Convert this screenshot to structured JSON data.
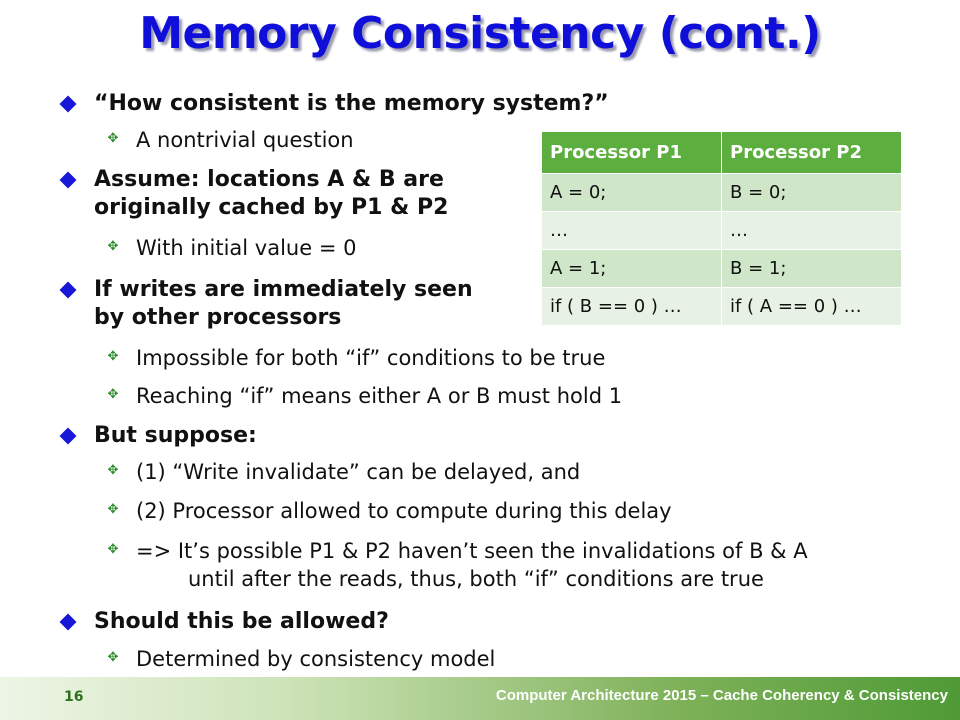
{
  "title": "Memory Consistency (cont.)",
  "bullets": {
    "q1": "“How consistent is the memory system?”",
    "q1_sub": "A nontrivial question",
    "assume": [
      "Assume: locations A & B are",
      "originally cached by P1 & P2"
    ],
    "assume_sub": "With initial value = 0",
    "ifwrites": [
      "If writes are immediately seen",
      "by other processors"
    ],
    "ifwrites_sub1": "Impossible for both “if” conditions to be true",
    "ifwrites_sub2": "Reaching “if” means either A or B must hold 1",
    "but": "But suppose:",
    "but_sub1": "(1) “Write invalidate” can be delayed, and",
    "but_sub2": "(2) Processor allowed to compute during this delay",
    "but_sub3": [
      "=> It’s possible P1 & P2 haven’t seen the invalidations of B & A",
      "until after the reads, thus, both “if” conditions are true"
    ],
    "should": "Should this be allowed?",
    "should_sub": "Determined by consistency model"
  },
  "table": {
    "headers": [
      "Processor P1",
      "Processor P2"
    ],
    "rows": [
      [
        "A = 0;",
        "B = 0;"
      ],
      [
        "…",
        "…"
      ],
      [
        "A = 1;",
        "B = 1;"
      ],
      [
        "if ( B == 0 ) …",
        "if ( A == 0 ) …"
      ]
    ]
  },
  "footer": {
    "page_number": "16",
    "course": "Computer Architecture 2015 – Cache Coherency & Consistency"
  },
  "colors": {
    "title": "#0f0fd9",
    "bullet_l1": "#1717d8",
    "bullet_l2": "#2a8a2a",
    "table_header": "#5cae3e",
    "table_row_dark": "#cfe6c8",
    "table_row_light": "#e8f2e4"
  },
  "icons": {
    "level1_bullet": "blue-diamond-icon",
    "level2_bullet": "green-four-point-star-icon"
  }
}
